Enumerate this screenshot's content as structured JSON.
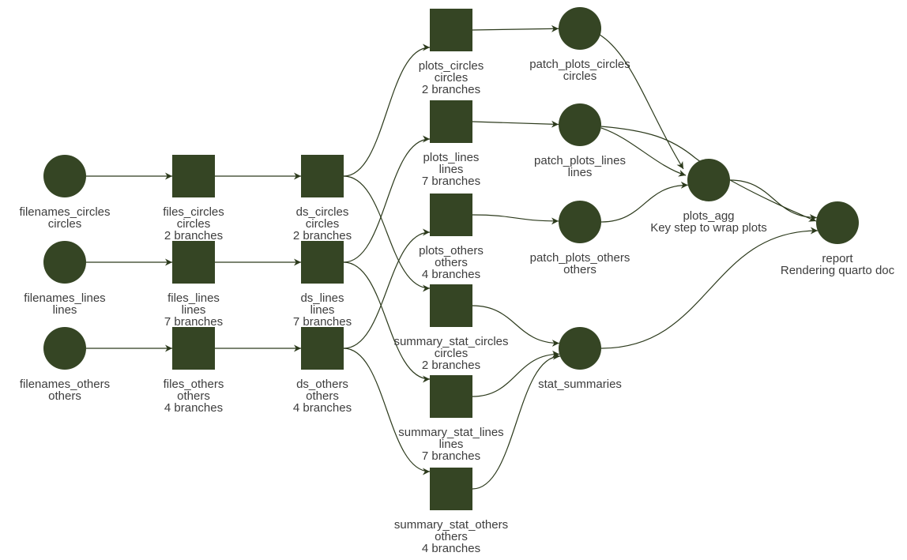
{
  "diagram": {
    "type": "pipeline-dependency-graph",
    "node_color": "#354524",
    "edge_color": "#2c3a1c",
    "nodes": [
      {
        "id": "filenames_circles",
        "shape": "circle",
        "lines": [
          "filenames_circles",
          "circles"
        ]
      },
      {
        "id": "filenames_lines",
        "shape": "circle",
        "lines": [
          "filenames_lines",
          "lines"
        ]
      },
      {
        "id": "filenames_others",
        "shape": "circle",
        "lines": [
          "filenames_others",
          "others"
        ]
      },
      {
        "id": "files_circles",
        "shape": "square",
        "lines": [
          "files_circles",
          "circles",
          "2 branches"
        ]
      },
      {
        "id": "files_lines",
        "shape": "square",
        "lines": [
          "files_lines",
          "lines",
          "7 branches"
        ]
      },
      {
        "id": "files_others",
        "shape": "square",
        "lines": [
          "files_others",
          "others",
          "4 branches"
        ]
      },
      {
        "id": "ds_circles",
        "shape": "square",
        "lines": [
          "ds_circles",
          "circles",
          "2 branches"
        ]
      },
      {
        "id": "ds_lines",
        "shape": "square",
        "lines": [
          "ds_lines",
          "lines",
          "7 branches"
        ]
      },
      {
        "id": "ds_others",
        "shape": "square",
        "lines": [
          "ds_others",
          "others",
          "4 branches"
        ]
      },
      {
        "id": "plots_circles",
        "shape": "square",
        "lines": [
          "plots_circles",
          "circles",
          "2 branches"
        ]
      },
      {
        "id": "plots_lines",
        "shape": "square",
        "lines": [
          "plots_lines",
          "lines",
          "7 branches"
        ]
      },
      {
        "id": "plots_others",
        "shape": "square",
        "lines": [
          "plots_others",
          "others",
          "4 branches"
        ]
      },
      {
        "id": "summary_stat_circles",
        "shape": "square",
        "lines": [
          "summary_stat_circles",
          "circles",
          "2 branches"
        ]
      },
      {
        "id": "summary_stat_lines",
        "shape": "square",
        "lines": [
          "summary_stat_lines",
          "lines",
          "7 branches"
        ]
      },
      {
        "id": "summary_stat_others",
        "shape": "square",
        "lines": [
          "summary_stat_others",
          "others",
          "4 branches"
        ]
      },
      {
        "id": "patch_plots_circles",
        "shape": "circle",
        "lines": [
          "patch_plots_circles",
          "circles"
        ]
      },
      {
        "id": "patch_plots_lines",
        "shape": "circle",
        "lines": [
          "patch_plots_lines",
          "lines"
        ]
      },
      {
        "id": "patch_plots_others",
        "shape": "circle",
        "lines": [
          "patch_plots_others",
          "others"
        ]
      },
      {
        "id": "stat_summaries",
        "shape": "circle",
        "lines": [
          "stat_summaries"
        ]
      },
      {
        "id": "plots_agg",
        "shape": "circle",
        "lines": [
          "plots_agg",
          "Key step to wrap plots"
        ]
      },
      {
        "id": "report",
        "shape": "circle",
        "lines": [
          "report",
          "Rendering quarto doc"
        ]
      }
    ],
    "edges": [
      [
        "filenames_circles",
        "files_circles"
      ],
      [
        "filenames_lines",
        "files_lines"
      ],
      [
        "filenames_others",
        "files_others"
      ],
      [
        "files_circles",
        "ds_circles"
      ],
      [
        "files_lines",
        "ds_lines"
      ],
      [
        "files_others",
        "ds_others"
      ],
      [
        "ds_circles",
        "plots_circles"
      ],
      [
        "ds_circles",
        "summary_stat_circles"
      ],
      [
        "ds_lines",
        "plots_lines"
      ],
      [
        "ds_lines",
        "summary_stat_lines"
      ],
      [
        "ds_others",
        "plots_others"
      ],
      [
        "ds_others",
        "summary_stat_others"
      ],
      [
        "plots_circles",
        "patch_plots_circles"
      ],
      [
        "plots_lines",
        "patch_plots_lines"
      ],
      [
        "plots_others",
        "patch_plots_others"
      ],
      [
        "summary_stat_circles",
        "stat_summaries"
      ],
      [
        "summary_stat_lines",
        "stat_summaries"
      ],
      [
        "summary_stat_others",
        "stat_summaries"
      ],
      [
        "patch_plots_circles",
        "plots_agg"
      ],
      [
        "patch_plots_lines",
        "plots_agg"
      ],
      [
        "patch_plots_others",
        "plots_agg"
      ],
      [
        "patch_plots_lines",
        "report"
      ],
      [
        "plots_agg",
        "report"
      ],
      [
        "stat_summaries",
        "report"
      ]
    ]
  }
}
